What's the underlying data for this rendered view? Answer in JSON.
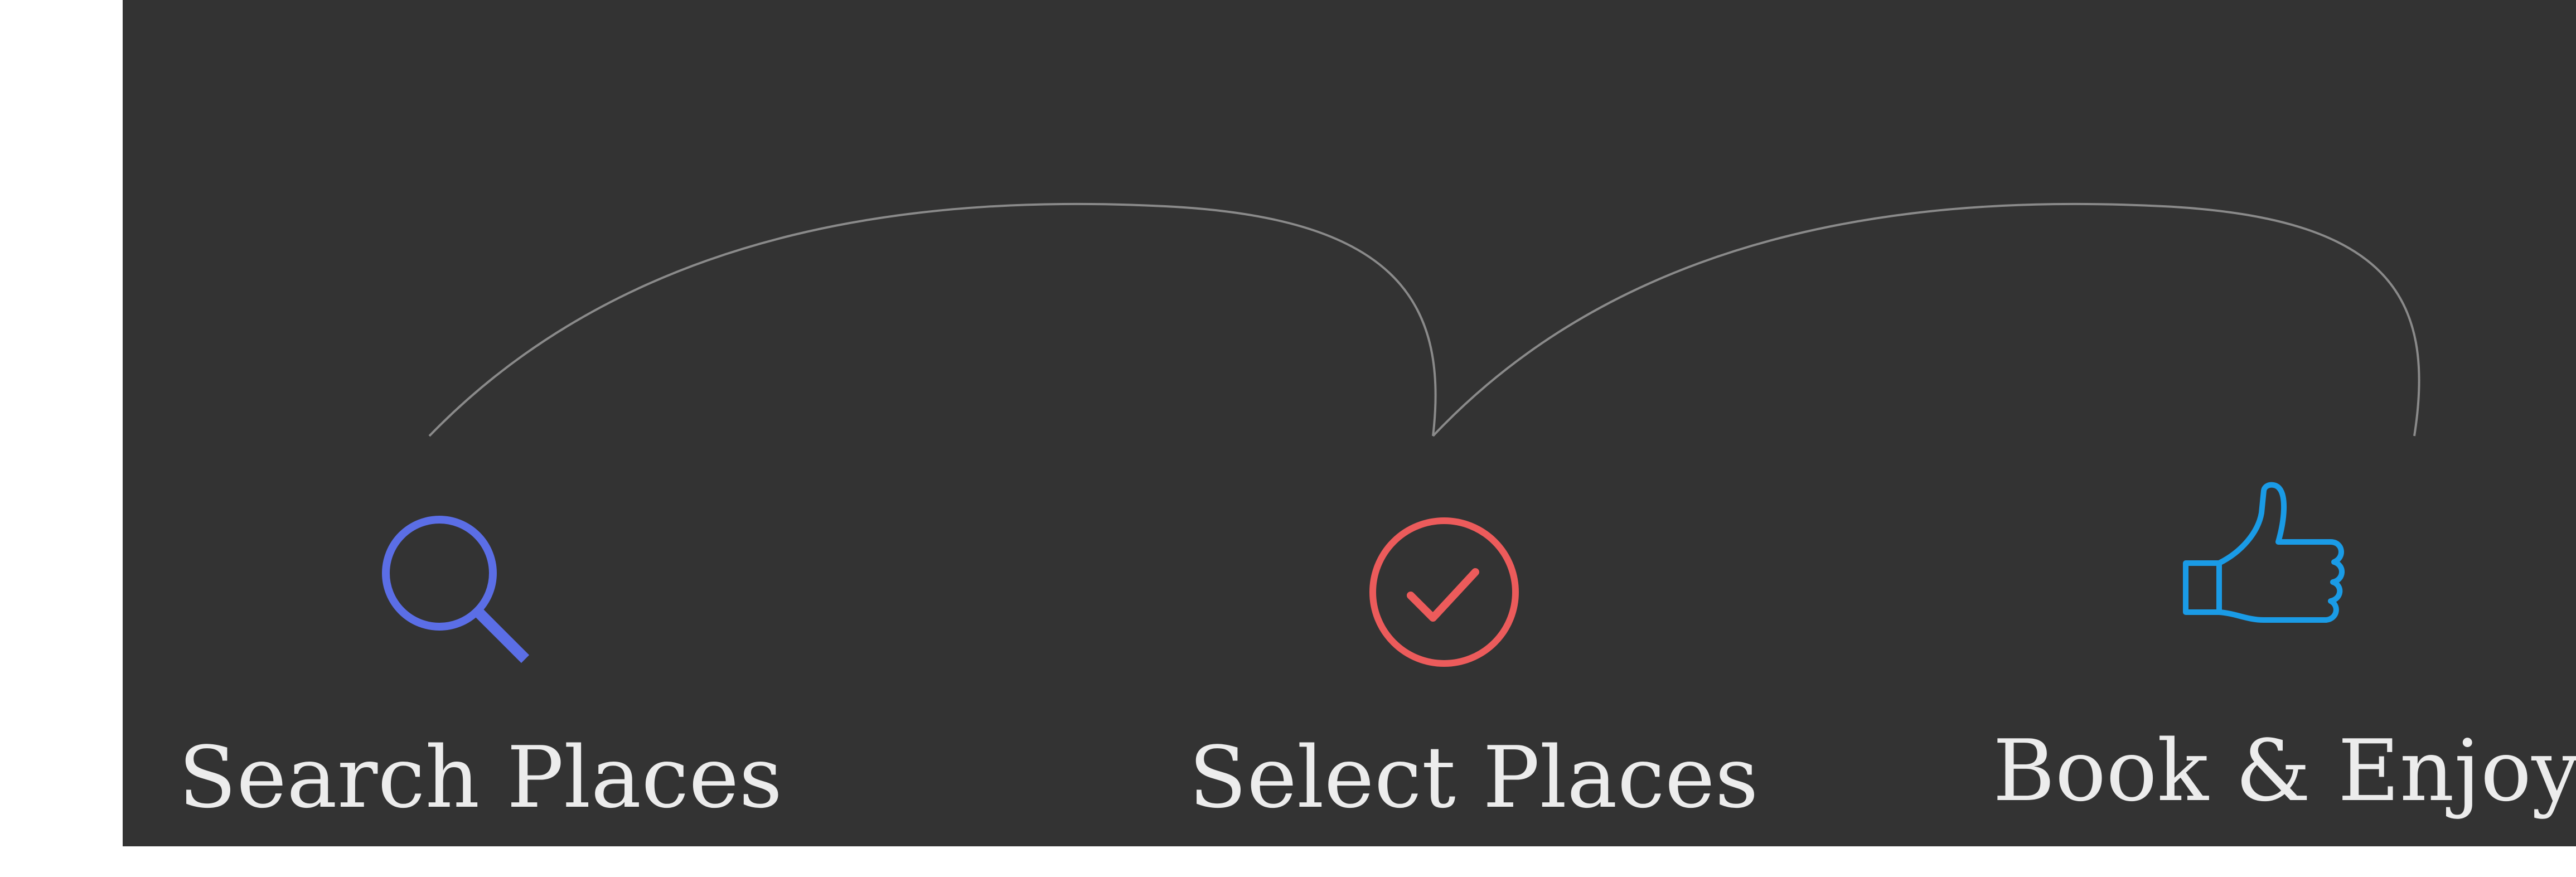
{
  "steps": [
    {
      "label": "Search Places",
      "icon": "search-icon",
      "color": "#5b6ee6"
    },
    {
      "label": "Select Places",
      "icon": "check-circle-icon",
      "color": "#ec5b5b"
    },
    {
      "label": "Book & Enjoy",
      "icon": "thumbs-up-icon",
      "color": "#1a9be6"
    }
  ],
  "colors": {
    "background": "#333333",
    "arc": "#8a8a8a",
    "text": "#ececec"
  }
}
